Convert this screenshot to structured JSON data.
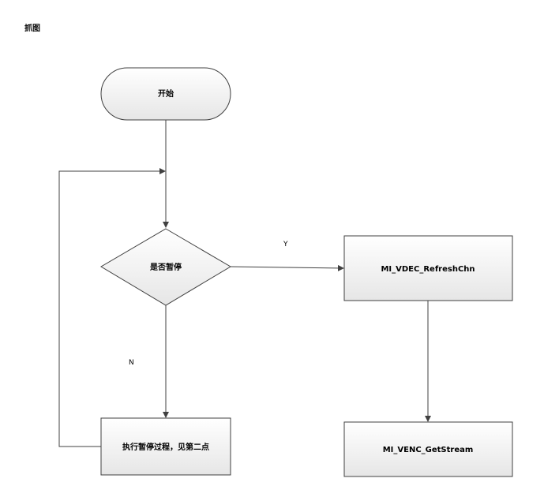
{
  "page": {
    "title": "抓图"
  },
  "nodes": {
    "start": "开始",
    "decision": "是否暂停",
    "pause_process": "执行暂停过程，见第二点",
    "refresh": "MI_VDEC_RefreshChn",
    "get_stream": "MI_VENC_GetStream"
  },
  "edges": {
    "yes": "Y",
    "no": "N"
  }
}
